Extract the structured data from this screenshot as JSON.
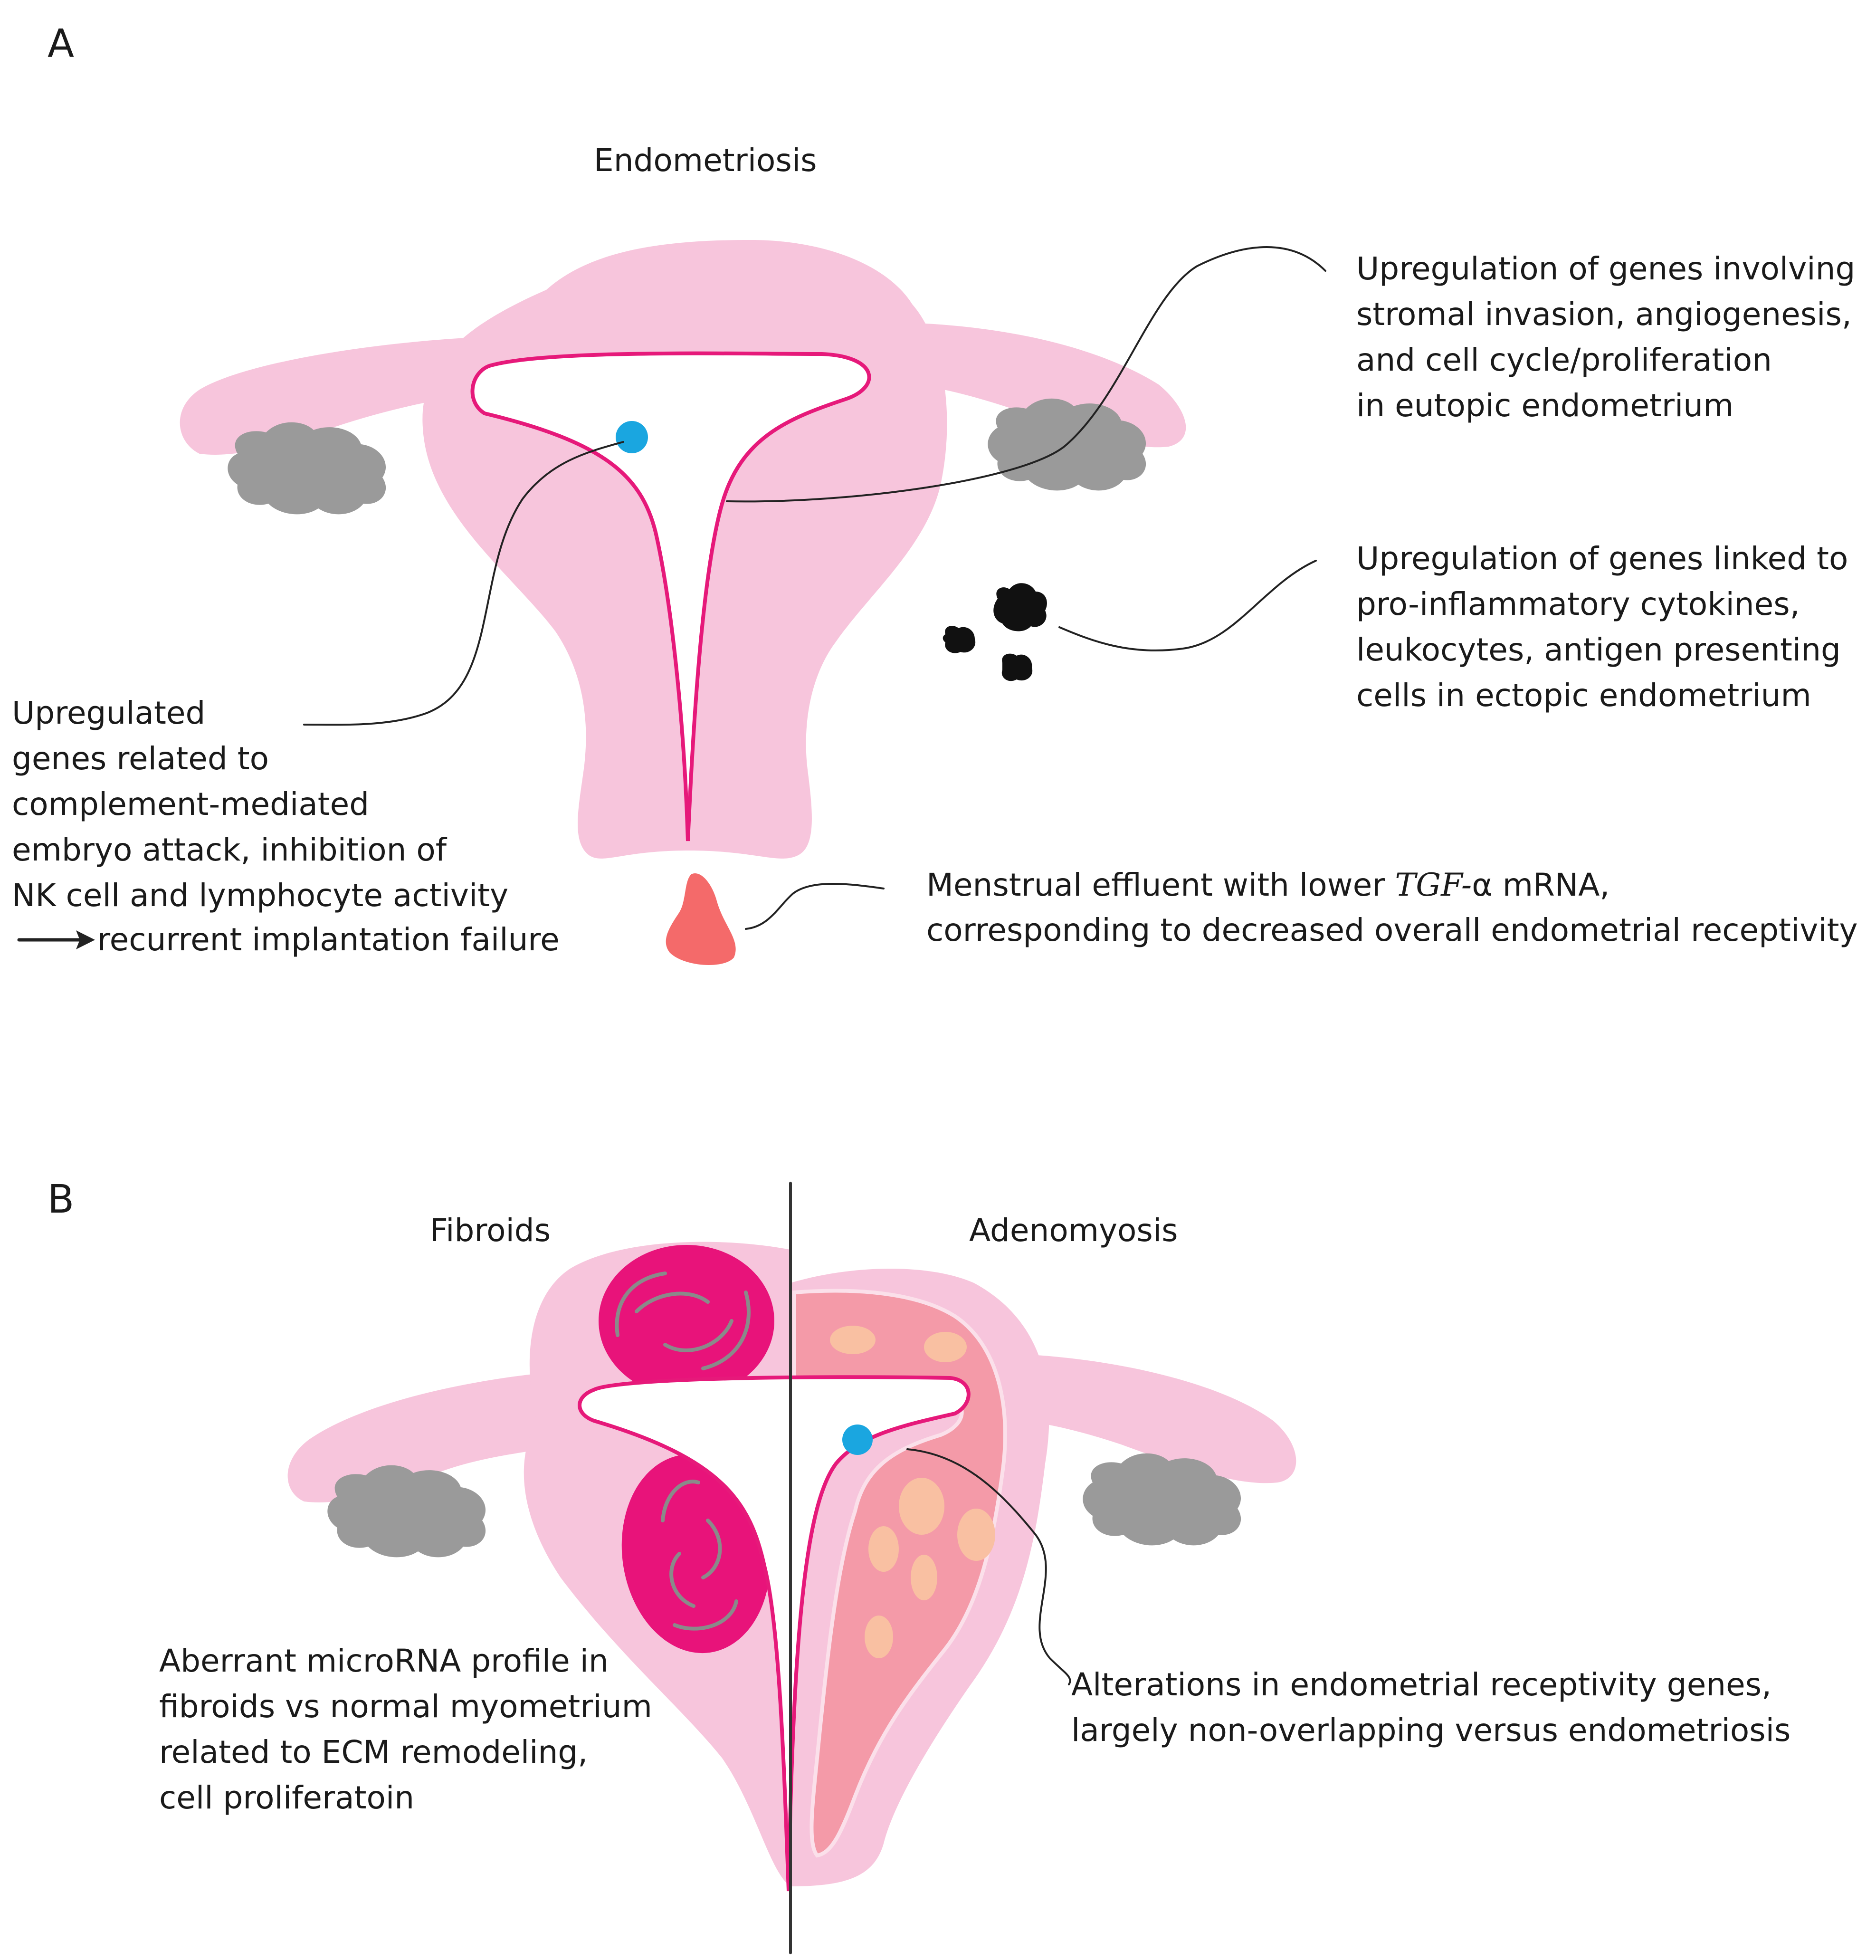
{
  "colors": {
    "uterus": "#f7c5dc",
    "cavity_line": "#e6197a",
    "ovary": "#9a9a9a",
    "embryo": "#1aa6e0",
    "effluent": "#f46a6a",
    "fibroid": "#e8137a",
    "adeno_tissue": "#f49aa8",
    "adeno_spot": "#f9c0a2",
    "lesion": "#111111",
    "line": "#222222"
  },
  "panel_a": {
    "letter": "A",
    "title": "Endometriosis",
    "anno_eutopic": [
      "Upregulation of genes involving",
      "stromal invasion, angiogenesis,",
      "and cell cycle/proliferation",
      "in eutopic endometrium"
    ],
    "anno_ectopic": [
      "Upregulation of genes linked to",
      "pro-inflammatory cytokines,",
      "leukocytes, antigen presenting",
      "cells in ectopic endometrium"
    ],
    "anno_implant": [
      "Upregulated",
      "genes related to",
      "complement-mediated",
      "embryo attack, inhibition of",
      "NK cell and lymphocyte activity"
    ],
    "anno_implant_result": "recurrent implantation failure",
    "effluent_pre": "Menstrual effluent with lower ",
    "effluent_gene": "TGF-",
    "effluent_post": "α mRNA,",
    "effluent_line2": "corresponding to decreased overall endometrial receptivity"
  },
  "panel_b": {
    "letter": "B",
    "title_fibroids": "Fibroids",
    "title_adeno": "Adenomyosis",
    "anno_fibroids": [
      "Aberrant microRNA profile in",
      "fibroids vs normal myometrium",
      "related to ECM remodeling,",
      "cell proliferatoin"
    ],
    "anno_adeno": [
      "Alterations in endometrial receptivity genes,",
      "largely non-overlapping versus endometriosis"
    ]
  }
}
